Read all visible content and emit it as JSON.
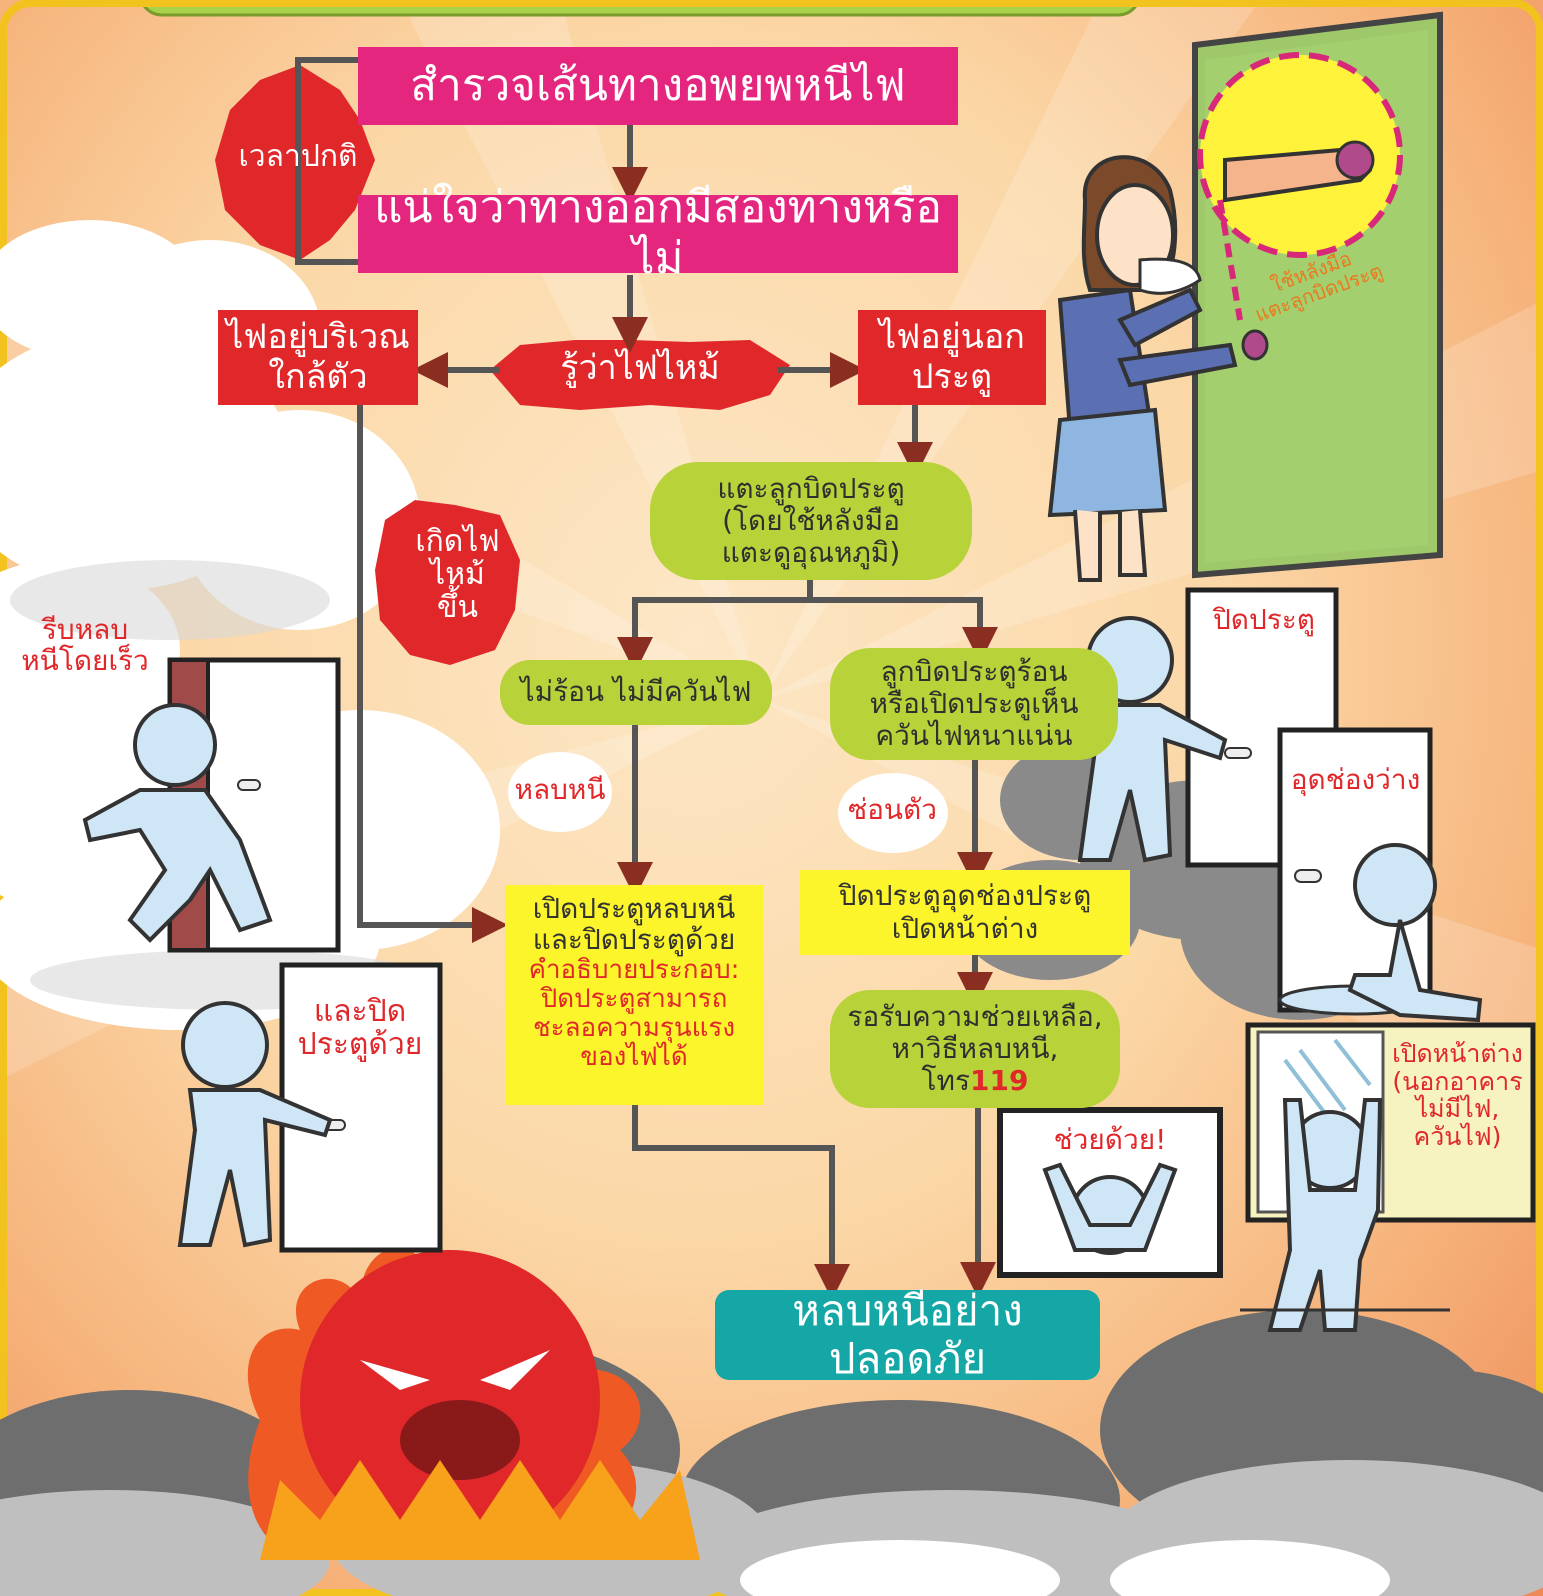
{
  "flow": {
    "normal_time": "เวลาปกติ",
    "survey_route": "สำรวจเส้นทางอพยพหนีไฟ",
    "check_exits": "แน่ใจว่าทางออกมีสองทางหรือไม่",
    "know_fire": "รู้ว่าไฟไหม้",
    "fire_near": "ไฟอยู่บริเวณ\nใกล้ตัว",
    "fire_outside": "ไฟอยู่นอก\nประตู",
    "touch_knob": "แตะลูกบิดประตู\n(โดยใช้หลังมือ\nแตะดูอุณหภูมิ)",
    "fire_started": "เกิดไฟ\nไหม้\nขึ้น",
    "not_hot": "ไม่ร้อน   ไม่มีควันไฟ",
    "hot": "ลูกบิดประตูร้อน\nหรือเปิดประตูเห็น\nควันไฟหนาแน่น",
    "escape": "หลบหนี",
    "hide": "ซ่อนตัว",
    "open_escape": "เปิดประตูหลบหนี\nและปิดประตูด้วย",
    "note": "คำอธิบายประกอบ:\nปิดประตูสามารถ\nชะลอความรุนแรง\nของไฟได้",
    "close_seal": "ปิดประตูอุดช่องประตู\nเปิดหน้าต่าง",
    "wait_help": "รอรับความช่วยเหลือ,\nหาวิธีหลบหนี,\nโทร",
    "phone": "119",
    "safe": "หลบหนีอย่างปลอดภัย"
  },
  "labels": {
    "hurry_escape": "รีบหลบ\nหนีโดยเร็ว",
    "and_close": "และปิด\nประตูด้วย",
    "back_of_hand": "ใช้หลังมือ\nแตะลูกบิดประตู",
    "close_door": "ปิดประตู",
    "seal_gaps": "อุดช่องว่าง",
    "help": "ช่วยด้วย!",
    "open_window": "เปิดหน้าต่าง\n(นอกอาคาร\nไม่มีไฟ,\nควันไฟ)"
  },
  "colors": {
    "pink": "#e5267e",
    "red": "#e0272a",
    "lime": "#b8d33a",
    "yellow": "#fcf52b",
    "teal": "#14a7a6",
    "arrow": "#7a3a2a",
    "line": "#555555"
  }
}
